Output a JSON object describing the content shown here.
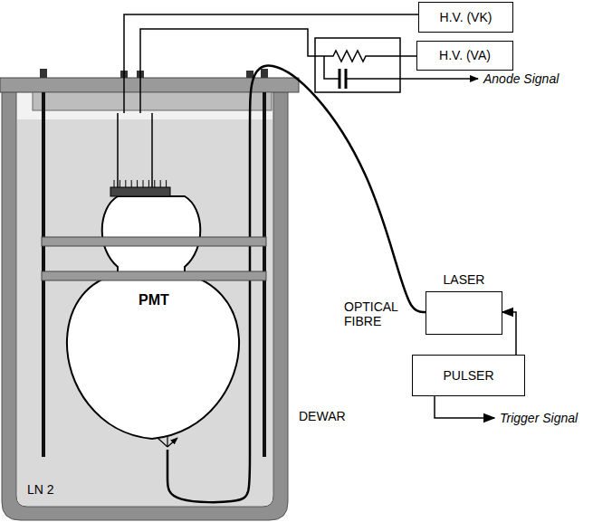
{
  "diagram": {
    "nodes": [
      {
        "text": [
          "H.V. (VK)"
        ]
      },
      {
        "text": [
          "H.V. (VA)"
        ]
      },
      {
        "text": [
          "LASER"
        ]
      },
      {
        "text": [
          "PULSER"
        ]
      },
      {
        "text": [
          "PMT"
        ]
      }
    ],
    "edges": [
      {
        "from": 4,
        "to": 0,
        "arrow": "none"
      },
      {
        "from": 4,
        "to": 1,
        "arrow": "none"
      },
      {
        "from": 2,
        "to": 4,
        "arrow": "none"
      },
      {
        "from": 3,
        "to": 2,
        "arrow": "to"
      }
    ],
    "labels": [
      "Anode Signal",
      "OPTICAL FIBRE",
      "Trigger Signal",
      "DEWAR",
      "LN 2"
    ]
  }
}
